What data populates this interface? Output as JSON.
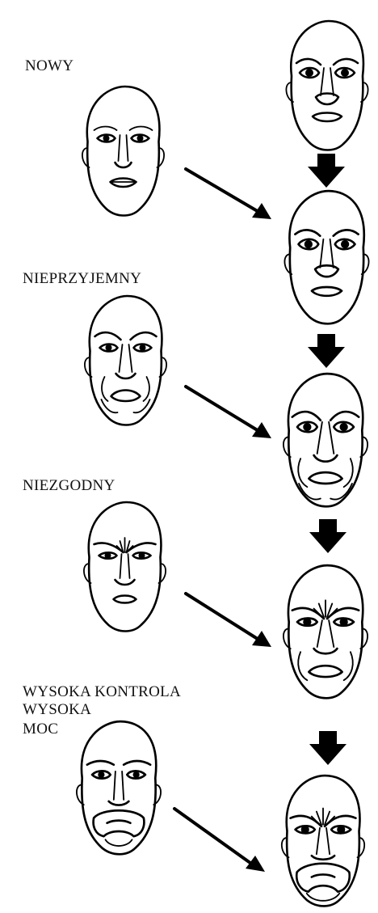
{
  "labels": {
    "nowy": "NOWY",
    "nieprzyjemny": "NIEPRZYJEMNY",
    "niezgodny": "NIEZGODNY",
    "wysoka_kontrola": "WYSOKA KONTROLA",
    "wysoka": "WYSOKA",
    "moc": "MOC"
  },
  "colors": {
    "ink": "#000000",
    "background": "#ffffff"
  },
  "icons": {
    "down_arrow": "down-arrow-icon",
    "diagonal_arrow": "diagonal-arrow-icon"
  }
}
